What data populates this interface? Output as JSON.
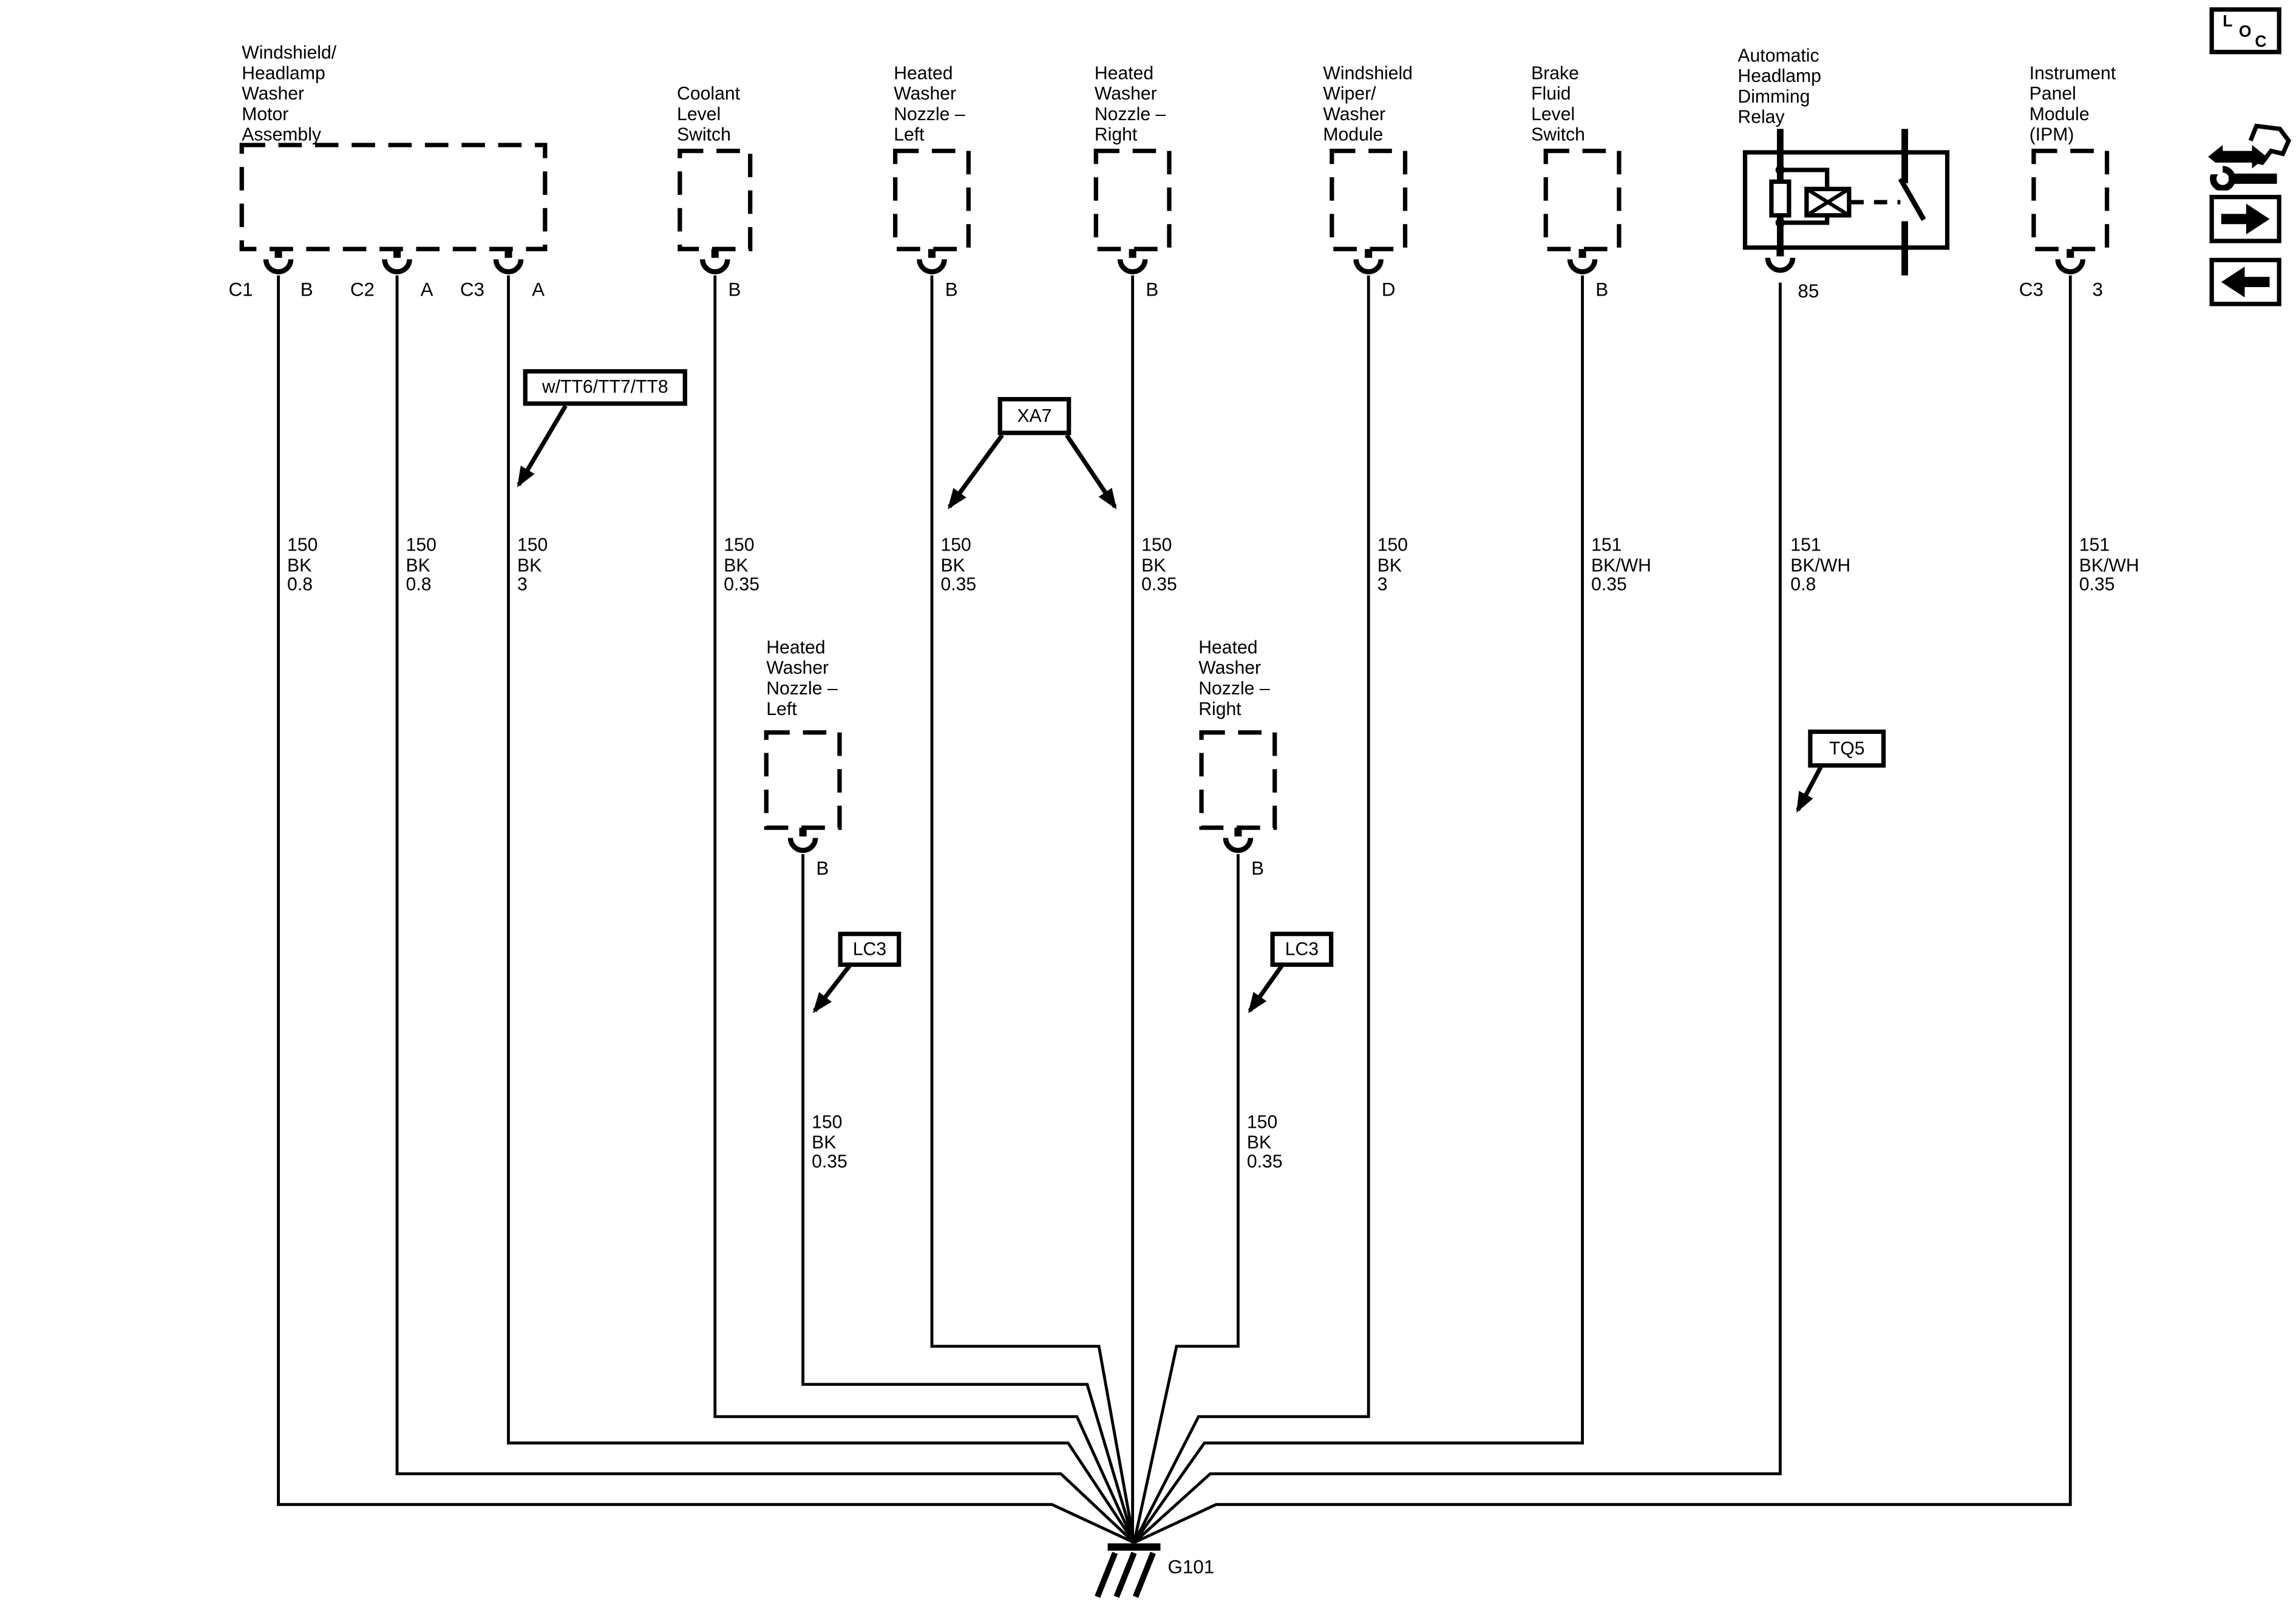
{
  "page": {
    "background_color": "#ffffff",
    "line_color": "#000000"
  },
  "components": [
    {
      "label": "Windshield/\nHeadlamp\nWasher\nMotor\nAssembly",
      "pins": [
        {
          "connector": "C1",
          "pin": "B"
        },
        {
          "connector": "C2",
          "pin": "A"
        },
        {
          "connector": "C3",
          "pin": "A"
        }
      ]
    },
    {
      "label": "Coolant\nLevel\nSwitch",
      "pins": [
        {
          "pin": "B"
        }
      ]
    },
    {
      "label": "Heated\nWasher\nNozzle –\nLeft",
      "pins": [
        {
          "pin": "B"
        }
      ]
    },
    {
      "label": "Heated\nWasher\nNozzle –\nRight",
      "pins": [
        {
          "pin": "B"
        }
      ]
    },
    {
      "label": "Windshield\nWiper/\nWasher\nModule",
      "pins": [
        {
          "pin": "D"
        }
      ]
    },
    {
      "label": "Brake\nFluid\nLevel\nSwitch",
      "pins": [
        {
          "pin": "B"
        }
      ]
    },
    {
      "label": "Automatic\nHeadlamp\nDimming\nRelay",
      "pins": [
        {
          "pin": "85"
        }
      ]
    },
    {
      "label": "Instrument\nPanel\nModule\n(IPM)",
      "pins": [
        {
          "connector": "C3",
          "pin": "3"
        }
      ]
    }
  ],
  "mid_components": [
    {
      "label": "Heated\nWasher\nNozzle –\nLeft",
      "pin": "B"
    },
    {
      "label": "Heated\nWasher\nNozzle –\nRight",
      "pin": "B"
    }
  ],
  "wires": [
    {
      "circuit": "150",
      "color": "BK",
      "size": "0.8"
    },
    {
      "circuit": "150",
      "color": "BK",
      "size": "0.8"
    },
    {
      "circuit": "150",
      "color": "BK",
      "size": "3"
    },
    {
      "circuit": "150",
      "color": "BK",
      "size": "0.35"
    },
    {
      "circuit": "150",
      "color": "BK",
      "size": "0.35"
    },
    {
      "circuit": "150",
      "color": "BK",
      "size": "0.35"
    },
    {
      "circuit": "150",
      "color": "BK",
      "size": "3"
    },
    {
      "circuit": "151",
      "color": "BK/WH",
      "size": "0.35"
    },
    {
      "circuit": "151",
      "color": "BK/WH",
      "size": "0.8"
    },
    {
      "circuit": "151",
      "color": "BK/WH",
      "size": "0.35"
    }
  ],
  "branch_wires": [
    {
      "circuit": "150",
      "color": "BK",
      "size": "0.35"
    },
    {
      "circuit": "150",
      "color": "BK",
      "size": "0.35"
    }
  ],
  "callouts": {
    "harness_option": "w/TT6/TT7/TT8",
    "xa7": "XA7",
    "lc3_left": "LC3",
    "lc3_right": "LC3",
    "tq5": "TQ5"
  },
  "ground": {
    "label": "G101"
  },
  "toolbar": {
    "loc": {
      "l": "L",
      "o": "O",
      "c": "C"
    }
  }
}
